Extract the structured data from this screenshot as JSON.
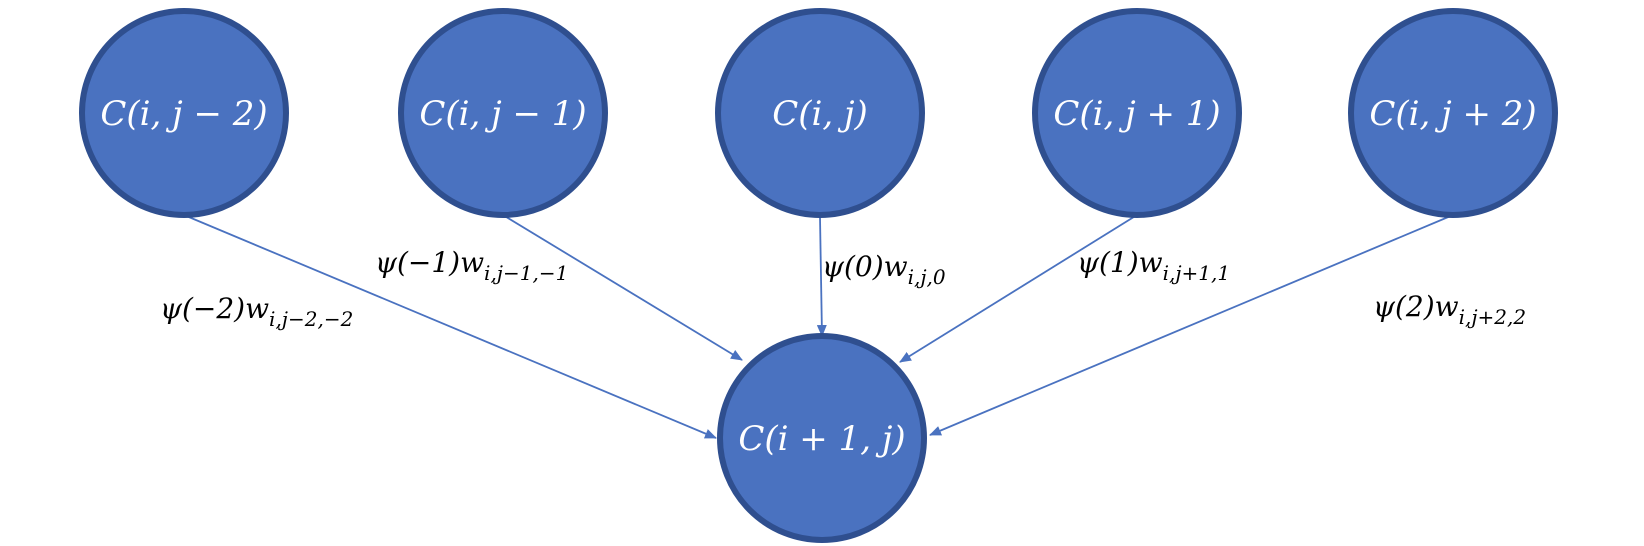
{
  "colors": {
    "node_fill": "#4a72c0",
    "node_stroke": "#2f4f8f",
    "edge": "#4a72c0"
  },
  "nodes": [
    {
      "id": "n_m2",
      "label": "C(i, j − 2)"
    },
    {
      "id": "n_m1",
      "label": "C(i, j − 1)"
    },
    {
      "id": "n_0",
      "label": "C(i, j)"
    },
    {
      "id": "n_p1",
      "label": "C(i, j + 1)"
    },
    {
      "id": "n_p2",
      "label": "C(i, j + 2)"
    },
    {
      "id": "target",
      "label": "C(i + 1, j)"
    }
  ],
  "edges": [
    {
      "from": "n_m2",
      "to": "target",
      "label_main": "ψ(−2)w",
      "label_sub": "i,j−2,−2"
    },
    {
      "from": "n_m1",
      "to": "target",
      "label_main": "ψ(−1)w",
      "label_sub": "i,j−1,−1"
    },
    {
      "from": "n_0",
      "to": "target",
      "label_main": "ψ(0)w",
      "label_sub": "i,j,0"
    },
    {
      "from": "n_p1",
      "to": "target",
      "label_main": "ψ(1)w",
      "label_sub": "i,j+1,1"
    },
    {
      "from": "n_p2",
      "to": "target",
      "label_main": "ψ(2)w",
      "label_sub": "i,j+2,2"
    }
  ]
}
